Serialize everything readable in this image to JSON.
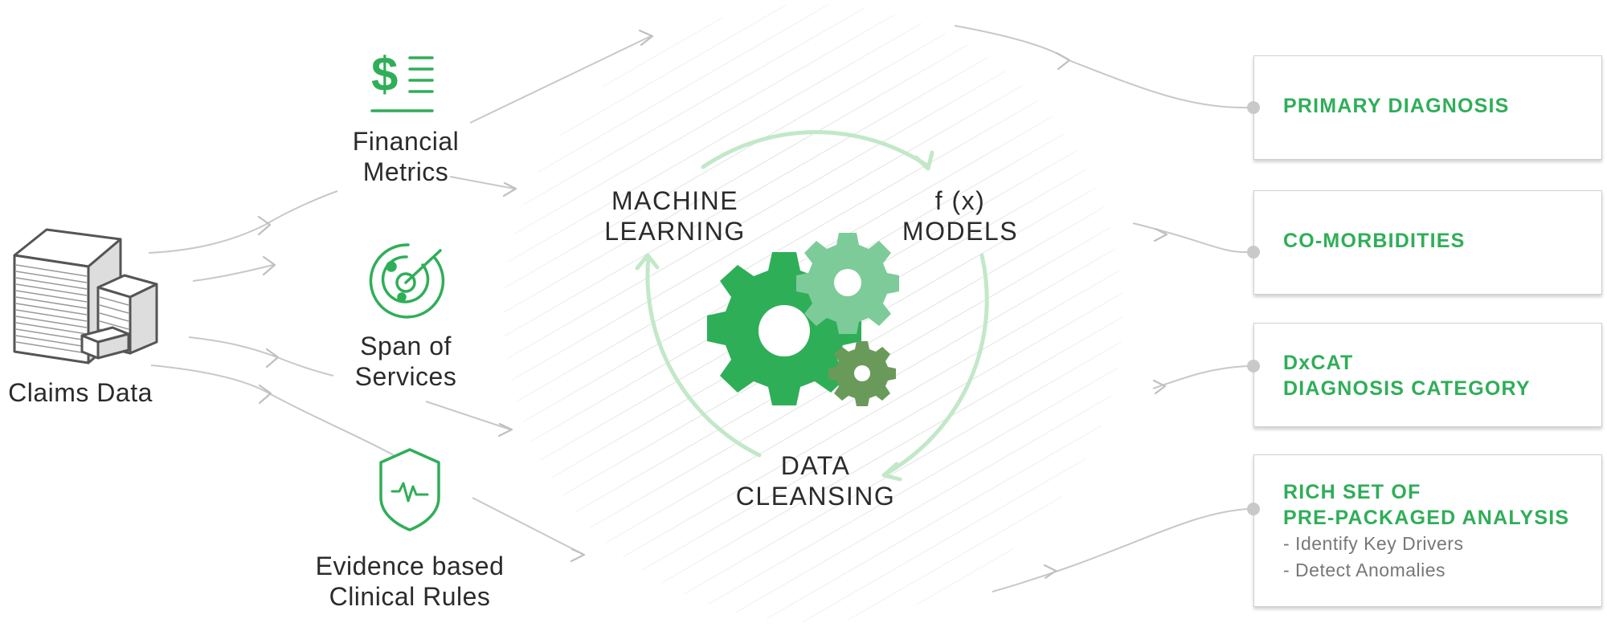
{
  "inputs": {
    "claims": "Claims Data",
    "financial": [
      "Financial",
      "Metrics"
    ],
    "span": [
      "Span of",
      "Services"
    ],
    "evidence": [
      "Evidence based",
      "Clinical Rules"
    ]
  },
  "center": {
    "ml": [
      "MACHINE",
      "LEARNING"
    ],
    "fx": [
      "f (x)",
      "MODELS"
    ],
    "dc": [
      "DATA",
      "CLEANSING"
    ]
  },
  "outputs": [
    {
      "title": [
        "PRIMARY DIAGNOSIS"
      ],
      "sub": []
    },
    {
      "title": [
        "CO-MORBIDITIES"
      ],
      "sub": []
    },
    {
      "title": [
        "DxCAT",
        "DIAGNOSIS CATEGORY"
      ],
      "sub": []
    },
    {
      "title": [
        "RICH SET OF",
        "PRE-PACKAGED ANALYSIS"
      ],
      "sub": [
        "- Identify Key Drivers",
        "- Detect Anomalies"
      ]
    }
  ],
  "colors": {
    "accent": "#2fae58",
    "gear_dark": "#2fae58",
    "gear_light": "#7ecb9a",
    "gear_olive": "#6a9a5a",
    "cycle_arrow": "#c2e8c8",
    "connector": "#c8c8c8",
    "text": "#2b2b2b"
  },
  "icons": [
    "stack-of-documents-icon",
    "dollar-list-icon",
    "radar-icon",
    "shield-pulse-icon",
    "gears-icon"
  ]
}
